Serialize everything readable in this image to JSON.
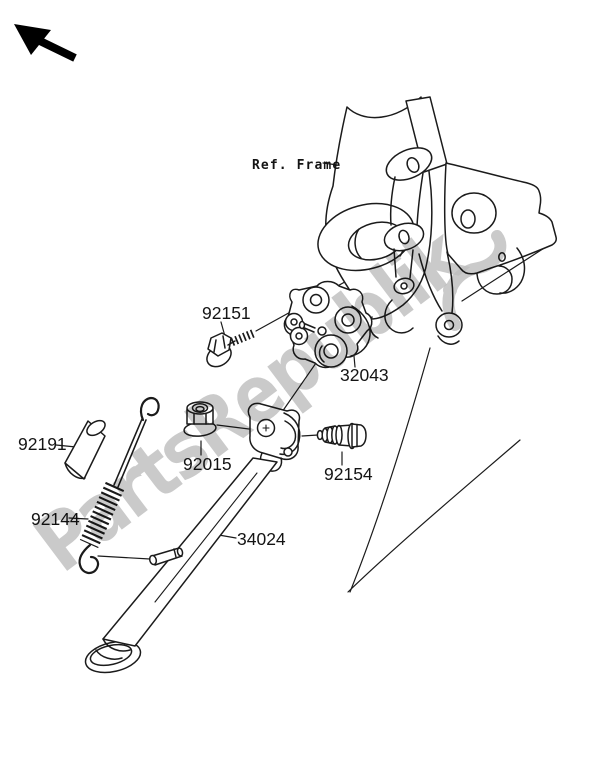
{
  "diagram": {
    "reference_label": "Ref. Frame",
    "parts": [
      {
        "number": "92151"
      },
      {
        "number": "32043"
      },
      {
        "number": "92015"
      },
      {
        "number": "92154"
      },
      {
        "number": "92191"
      },
      {
        "number": "92144"
      },
      {
        "number": "34024"
      }
    ]
  },
  "watermark": {
    "text": "PartsRepublik"
  },
  "colors": {
    "background": "#ffffff",
    "line": "#1b1b1b",
    "label_text": "#141414",
    "watermark_gray": "#bdbdbd"
  }
}
